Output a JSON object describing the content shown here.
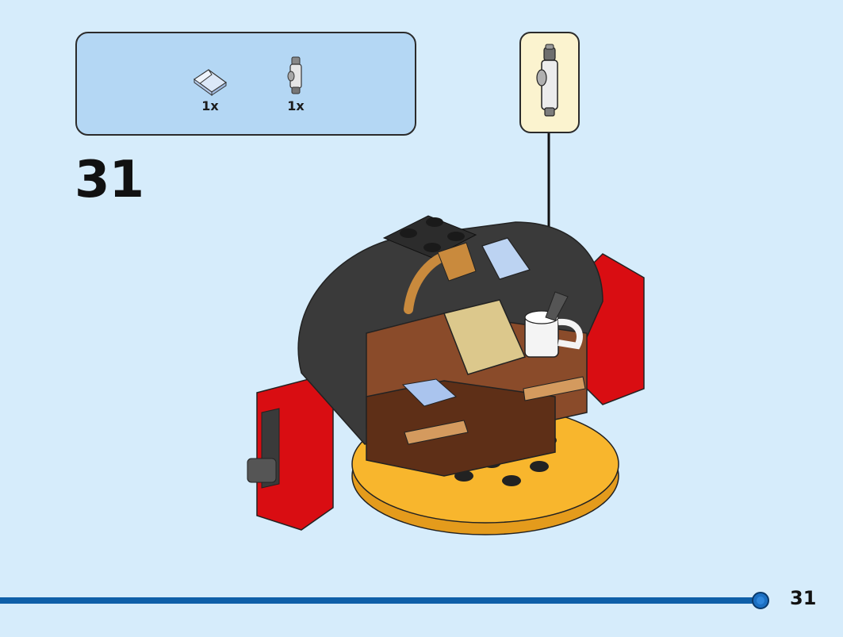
{
  "parts_list": {
    "items": [
      {
        "icon": "slope-brick-icon",
        "color": "#bcd3f2",
        "quantity": "1x"
      },
      {
        "icon": "telescope-piece-icon",
        "color": "#a9a9a9",
        "quantity": "1x"
      }
    ]
  },
  "step": {
    "number": "31"
  },
  "callout": {
    "icon": "telescope-piece-icon"
  },
  "page": {
    "number": "31"
  },
  "colors": {
    "background": "#d6ecfb",
    "parts_box": "#b4d7f4",
    "callout_box": "#fbf3cf",
    "progress_bar": "#0f5fa8",
    "red": "#d90d12",
    "dark_gray": "#3a3a3a",
    "brown": "#8a4b2a",
    "orange": "#f8b62d"
  }
}
